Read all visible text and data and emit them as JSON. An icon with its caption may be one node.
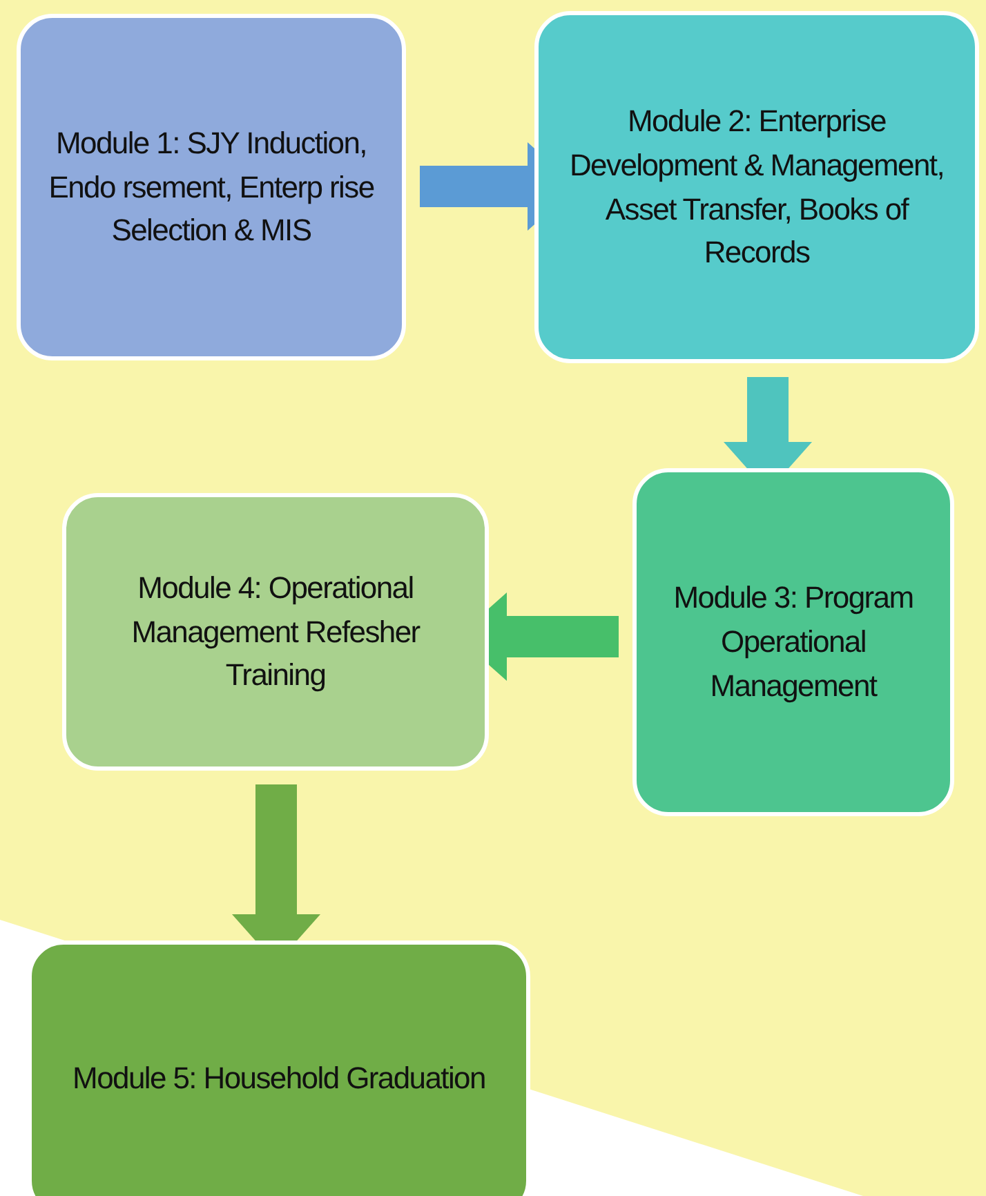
{
  "diagram": {
    "nodes": [
      {
        "text": [
          "Module 1: SJY Induction, Endo rsement, Enterp rise Selection & MIS"
        ]
      },
      {
        "text": [
          "Module 2: Enterprise Development & Management, Asset Transfer, Books of Records"
        ]
      },
      {
        "text": [
          "Module 3: Program Operational Management"
        ]
      },
      {
        "text": [
          "Module 4: Operational Management Refesher Training"
        ]
      },
      {
        "text": [
          "Module 5: Household Graduation"
        ]
      }
    ],
    "edges": [
      {
        "from": 0,
        "to": 1,
        "arrow": "to",
        "color": "#5b9bd5"
      },
      {
        "from": 1,
        "to": 2,
        "arrow": "to",
        "color": "#4fc4be"
      },
      {
        "from": 2,
        "to": 3,
        "arrow": "to",
        "color": "#47bf6a"
      },
      {
        "from": 3,
        "to": 4,
        "arrow": "to",
        "color": "#70ad47"
      }
    ]
  }
}
